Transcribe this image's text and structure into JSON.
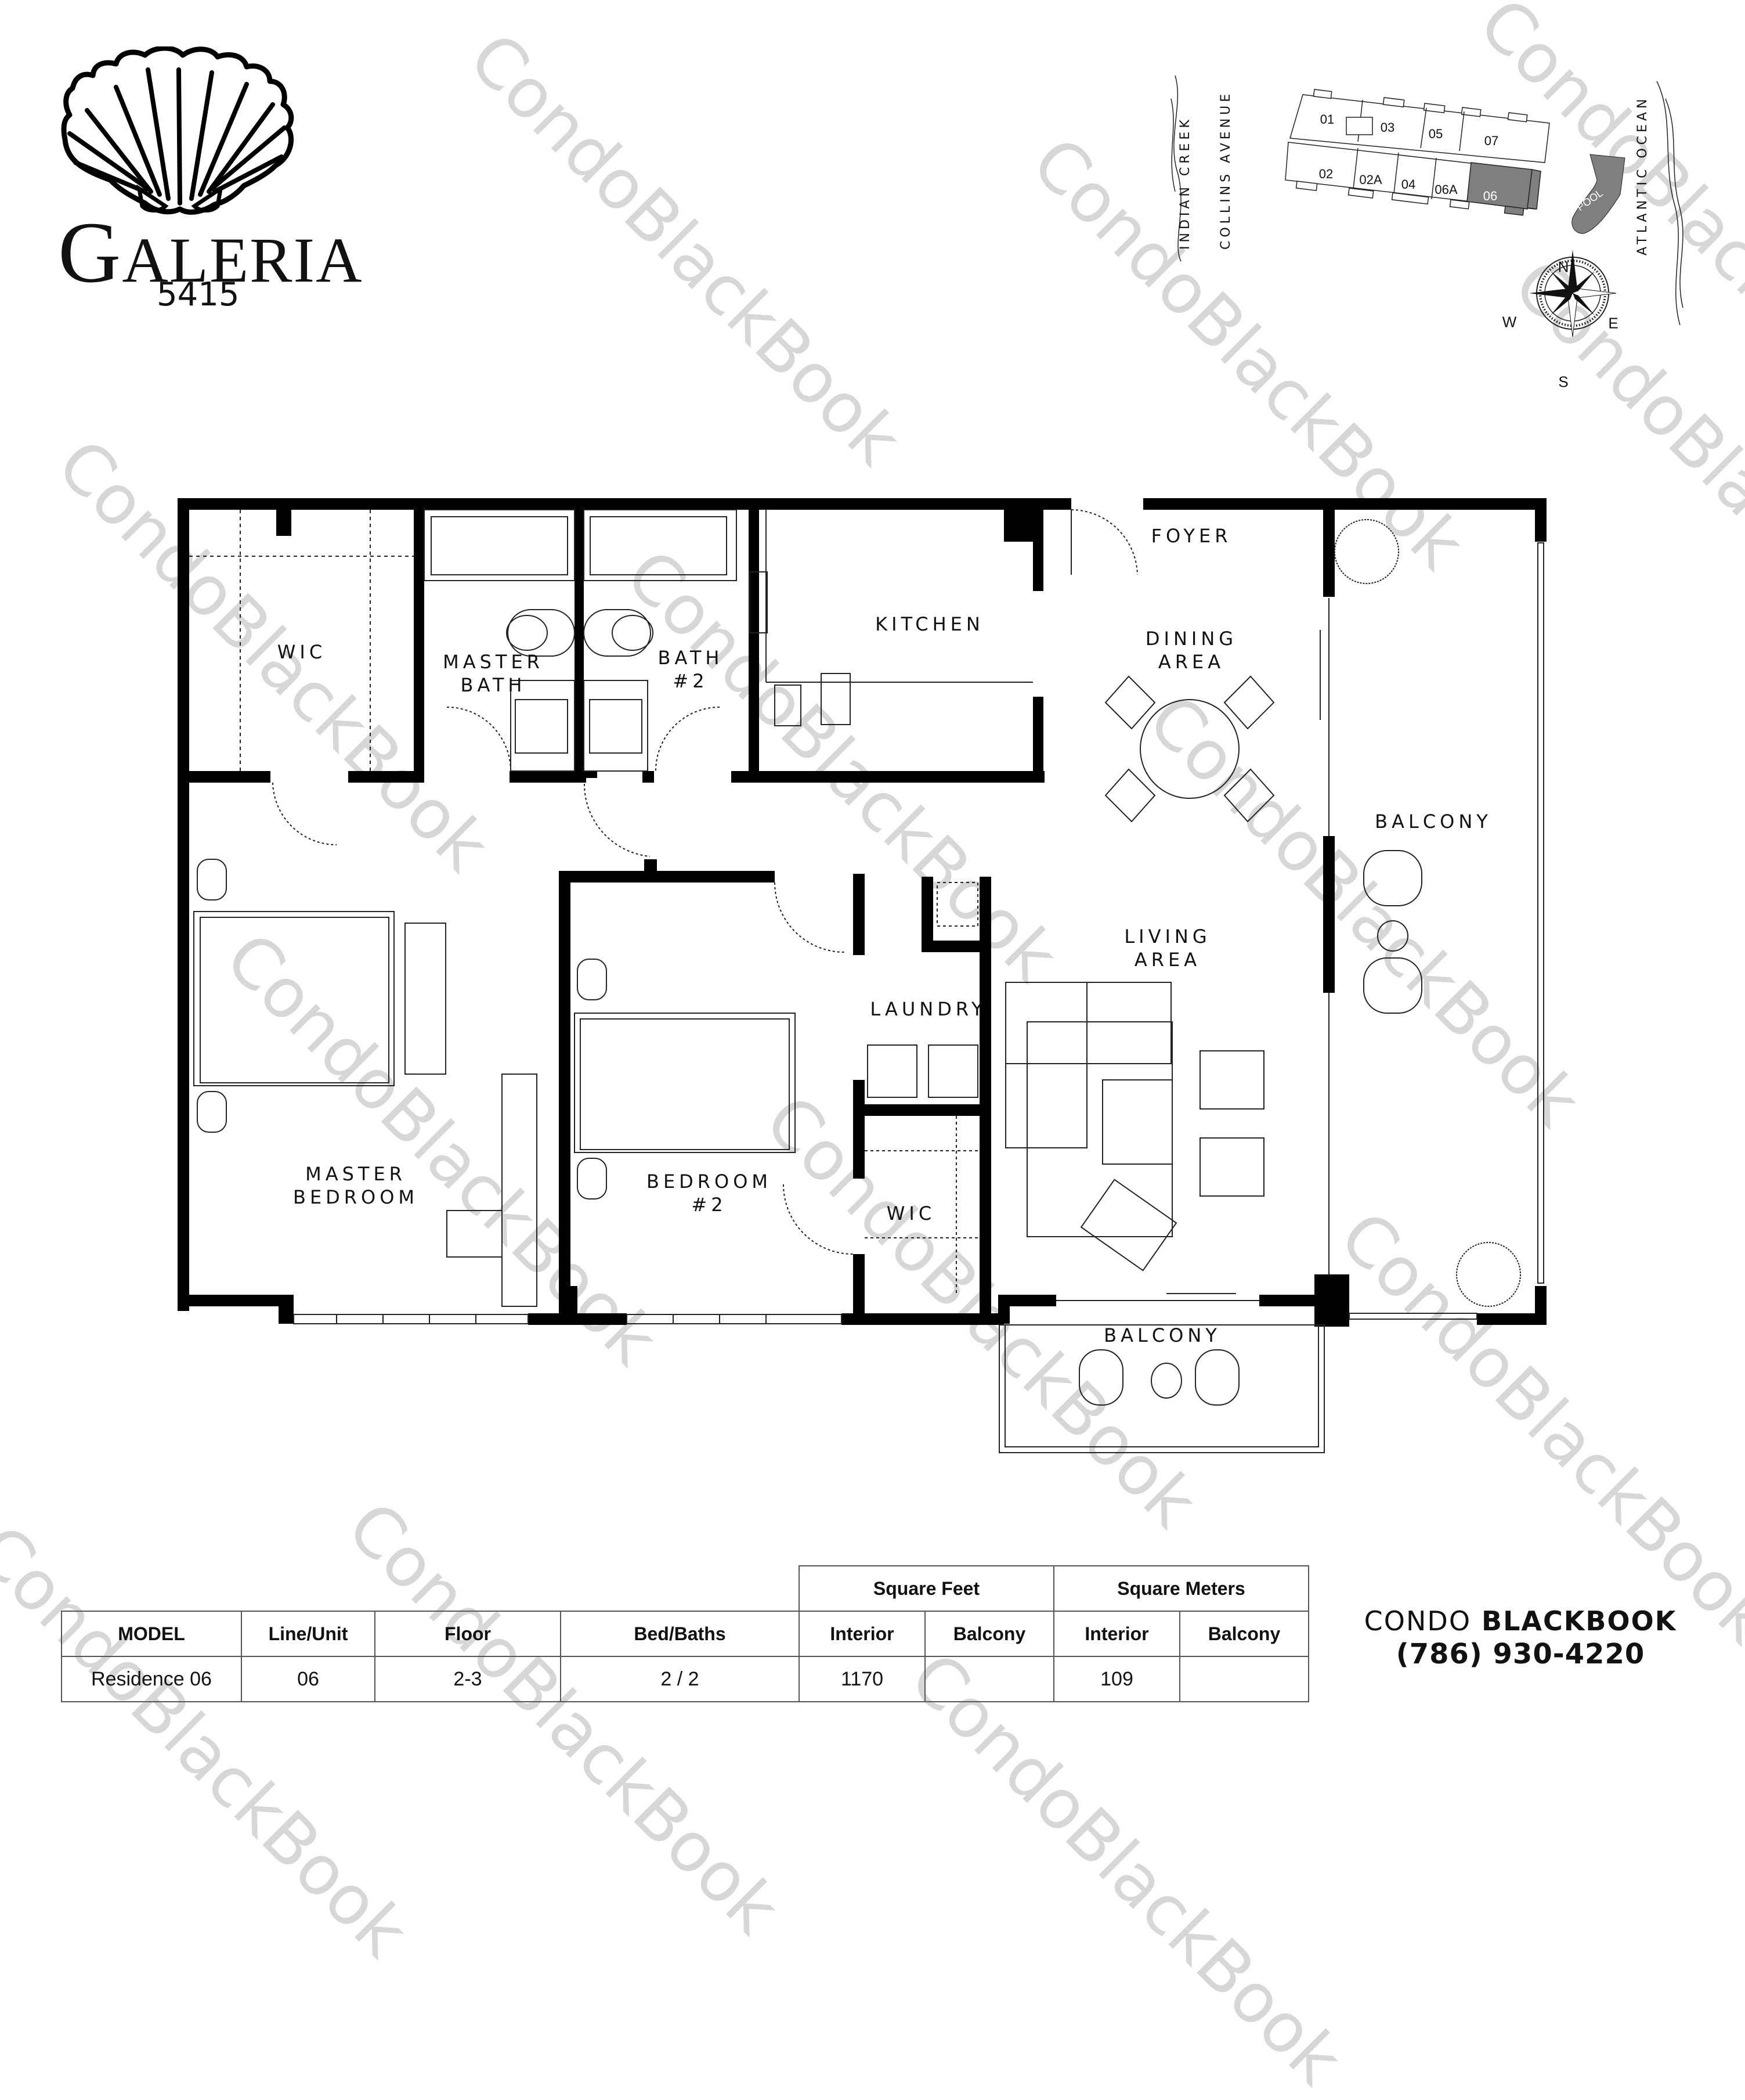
{
  "header": {
    "brand_name": "GALERIA",
    "brand_initial": "G",
    "brand_rest": "ALERIA",
    "brand_number": "5415",
    "logo_icon": "scallop-shell-icon"
  },
  "key_plan": {
    "labels": {
      "indian_creek": "INDIAN CREEK",
      "collins_avenue": "COLLINS AVENUE",
      "atlantic_ocean": "ATLANTIC OCEAN",
      "pool": "POOL"
    },
    "units_north": [
      "01",
      "03",
      "05",
      "07"
    ],
    "units_south": [
      "02",
      "02A",
      "04",
      "06A",
      "06"
    ],
    "highlighted_unit": "06",
    "highlight_color": "#7f7f7f",
    "compass": {
      "n": "N",
      "s": "S",
      "e": "E",
      "w": "W"
    }
  },
  "floor_plan": {
    "rooms": {
      "wic_master": "WIC",
      "master_bath": "MASTER\nBATH",
      "bath2": "BATH\n#2",
      "kitchen": "KITCHEN",
      "foyer": "FOYER",
      "dining": "DINING\nAREA",
      "balcony_east": "BALCONY",
      "living": "LIVING\nAREA",
      "laundry": "LAUNDRY",
      "master_bedroom": "MASTER\nBEDROOM",
      "bedroom2": "BEDROOM\n#2",
      "wic_bedroom2": "WIC",
      "balcony_south": "BALCONY"
    },
    "wall_color": "#000000"
  },
  "spec_table": {
    "group_headers": {
      "square_feet": "Square Feet",
      "square_meters": "Square Meters"
    },
    "columns": [
      "MODEL",
      "Line/Unit",
      "Floor",
      "Bed/Baths",
      "Interior",
      "Balcony",
      "Interior",
      "Balcony"
    ],
    "row": {
      "model": "Residence 06",
      "line_unit": "06",
      "floor": "2-3",
      "bed_baths": "2 / 2",
      "sqft_interior": "1170",
      "sqft_balcony": "",
      "sqm_interior": "109",
      "sqm_balcony": ""
    }
  },
  "contact": {
    "brand_light": "CONDO",
    "brand_bold": "BLACKBOOK",
    "phone": "(786) 930-4220"
  },
  "watermark": "CondoBlackBook"
}
